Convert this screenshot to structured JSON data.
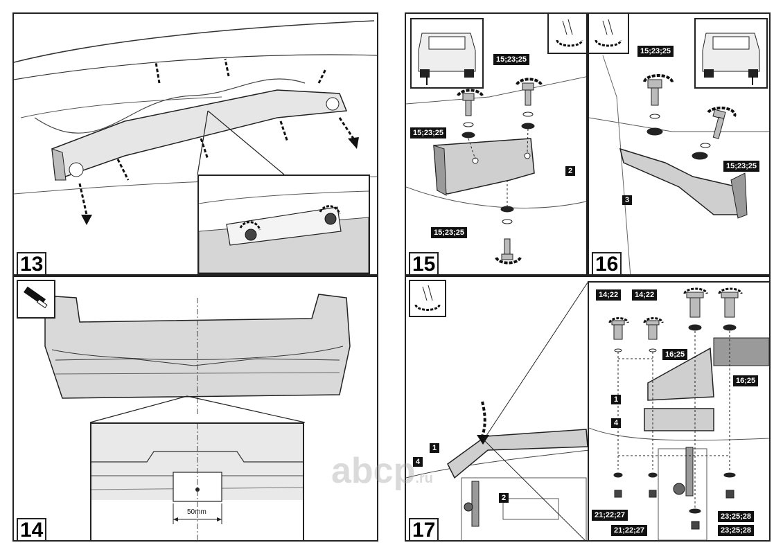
{
  "steps": {
    "s13": "13",
    "s14": "14",
    "s15": "15",
    "s16": "16",
    "s17": "17"
  },
  "panel15": {
    "callout_a": "15;23;25",
    "callout_b": "15;23;25",
    "callout_c": "15;23;25",
    "part": "2"
  },
  "panel16": {
    "callout_a": "15;23;25",
    "callout_b": "15;23;25",
    "part": "3"
  },
  "panel14": {
    "dimension": "50mm"
  },
  "panel17": {
    "bolt_small_a": "14;22",
    "bolt_small_b": "14;22",
    "washer_a": "16;25",
    "washer_b": "16;25",
    "nut_a": "21;22;27",
    "nut_b": "21;22;27",
    "nut_c": "23;25;28",
    "nut_d": "23;25;28",
    "part1_main": "1",
    "part4_main": "4",
    "part2_main": "2",
    "part1_detail": "1",
    "part4_detail": "4"
  },
  "watermark": {
    "brand": "abcp",
    "suffix": ".ru"
  },
  "colors": {
    "line": "#222222",
    "fill_gray": "#cfcfcf",
    "fill_dark": "#9a9a9a",
    "label_bg": "#111111"
  }
}
